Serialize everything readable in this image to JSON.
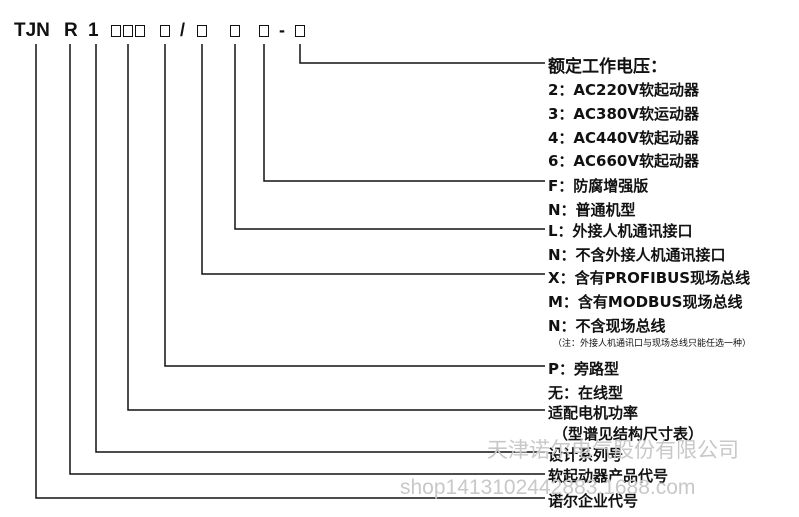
{
  "code": {
    "prefix": "TJN",
    "r": "R",
    "one": "1",
    "slash": "/",
    "dash": "-"
  },
  "labels": {
    "voltage_title": "额定工作电压：",
    "v2": "2：AC220V软起动器",
    "v3": "3：AC380V软运动器",
    "v4": "4：AC440V软起动器",
    "v6": "6：AC660V软起动器",
    "f": "F：防腐增强版",
    "n_normal": "N：普通机型",
    "l": "L：外接人机通讯接口",
    "n_no_ext": "N：不含外接人机通讯接口",
    "x": "X：含有PROFIBUS现场总线",
    "m": "M：含有MODBUS现场总线",
    "n_no_bus": "N：不含现场总线",
    "note": "（注：外接人机通讯口与现场总线只能任选一种）",
    "p": "P：旁路型",
    "wu": "无：在线型",
    "power": "适配电机功率",
    "power_note": "（型谱见结构尺寸表）",
    "series": "设计系列号",
    "product_code": "软起动器产品代号",
    "company_code": "诺尔企业代号"
  },
  "watermark": {
    "company": "天津诺尔电气股份有限公司",
    "shop": "shop1413102442883.1688.com"
  }
}
